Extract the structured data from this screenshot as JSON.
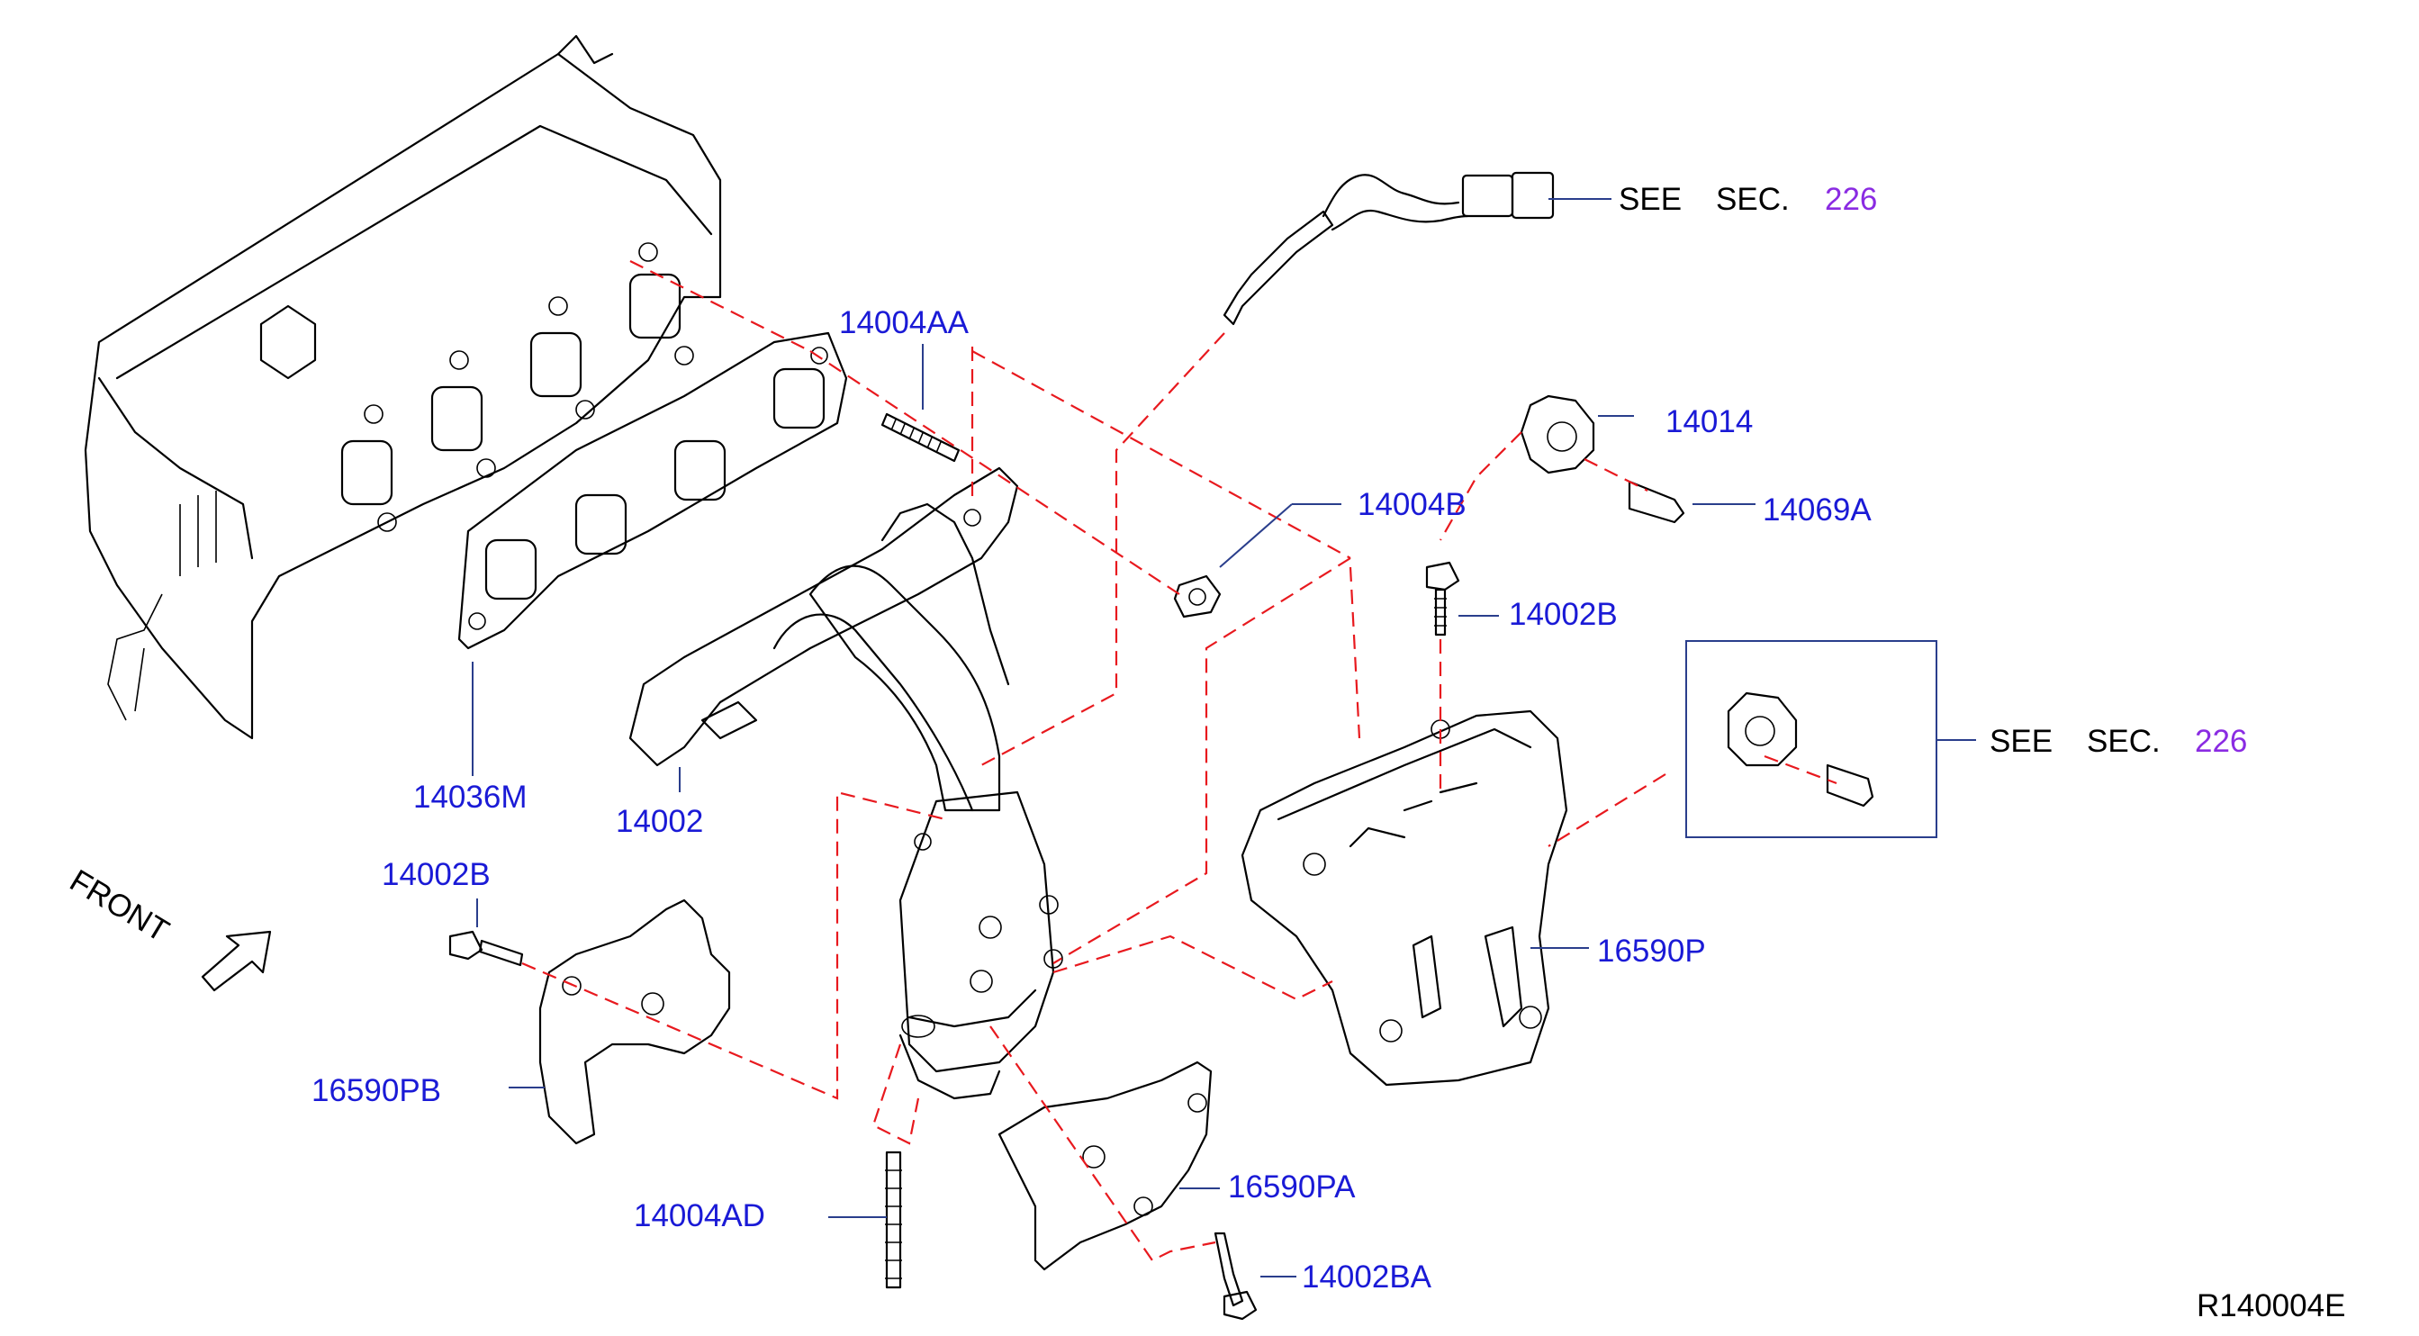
{
  "labels": {
    "p14004AA": "14004AA",
    "p14014": "14014",
    "p14004B": "14004B",
    "p14069A": "14069A",
    "p14002B_top": "14002B",
    "p14036M": "14036M",
    "p14002": "14002",
    "p14002B_left": "14002B",
    "p16590P": "16590P",
    "p16590PB": "16590PB",
    "p16590PA": "16590PA",
    "p14004AD": "14004AD",
    "p14002BA": "14002BA"
  },
  "references": {
    "top": {
      "see": "SEE",
      "sec": "SEC.",
      "num": "226"
    },
    "right": {
      "see": "SEE",
      "sec": "SEC.",
      "num": "226"
    }
  },
  "direction": "FRONT",
  "drawing_code": "R140004E",
  "colors": {
    "label": "#1a1ad6",
    "reference_number": "#8a2be2",
    "dashed_line": "#e8191e",
    "leader": "#2a3e8c"
  }
}
